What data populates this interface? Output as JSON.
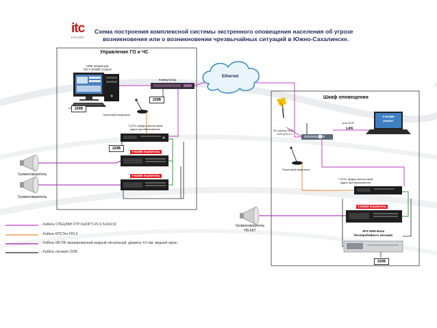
{
  "title": {
    "line1": "Схема построения комплексной системы экстренного оповещения населения об угрозе",
    "line2": "возникновения или о возникновении чрезвычайных ситуаций в Южно-Сахалинске."
  },
  "logo": {
    "name": "itc",
    "sub": "ESCORT"
  },
  "left_panel": {
    "title": "Управление ГО и ЧС",
    "arm_label_1": "АРМ оператора",
    "arm_label_2": "ПО T-6700R Control",
    "switch_label": "Коммутатор",
    "v220_a": "220В",
    "v220_b": "220В",
    "v220_c": "220В",
    "mic_label": "Пультовый микрофон",
    "dac_label_1": "T-6701 Цифро-аналоговый",
    "dac_label_2": "аудио преобразователь",
    "amp1_label": "T-61500 Усилитель",
    "amp2_label": "T-61500 Усилитель",
    "speaker1_label": "Громкоговоритель",
    "speaker2_label": "Громкоговоритель"
  },
  "cloud": {
    "label": "Ethernet"
  },
  "right_panel": {
    "title": "Шкаф оповещения",
    "router_label_1": "3G роутер GMS-",
    "router_label_2": "ШЭ (XX) x 2",
    "wifi_label": "или Wi-Fi",
    "lan_label": "LAN",
    "laptop_label_1": "T-6700R",
    "laptop_label_2": "клиент",
    "mic_label": "Пультовый микрофон",
    "dac_label_1": "T-6701 Цифро-аналоговый",
    "dac_label_2": "аудио преобразователь",
    "amp_label": "T-61500 Усилитель",
    "ups_label_1": "JPX-3000 Блок",
    "ups_label_2": "бесперебойного питания",
    "v220": "220В"
  },
  "outside_speaker": {
    "label_1": "Громкоговоритель",
    "label_2": "HS-50T"
  },
  "legend": [
    {
      "text": "- Кабель СПЕЦЛАН FTP-5e(OPT)-PLS 5x2x0,52",
      "color": "#c03cc6"
    },
    {
      "text": "- Кабель КПСЭнг-FRLS",
      "color": "#f08a2a"
    },
    {
      "text": "- Кабель КВ-ПВ экранированный медный сигнальный, диаметр 4.6 мм, медный экран",
      "color": "#9e1ab0"
    },
    {
      "text": "- Кабель питания 220В",
      "color": "#222222"
    }
  ],
  "colors": {
    "ftp": "#c03cc6",
    "kps": "#f08a2a",
    "kvpv": "#9e1ab0",
    "power": "#222222",
    "green": "#2a9c3a",
    "amp_red": "#e51e25",
    "title": "#1f2a5a"
  }
}
